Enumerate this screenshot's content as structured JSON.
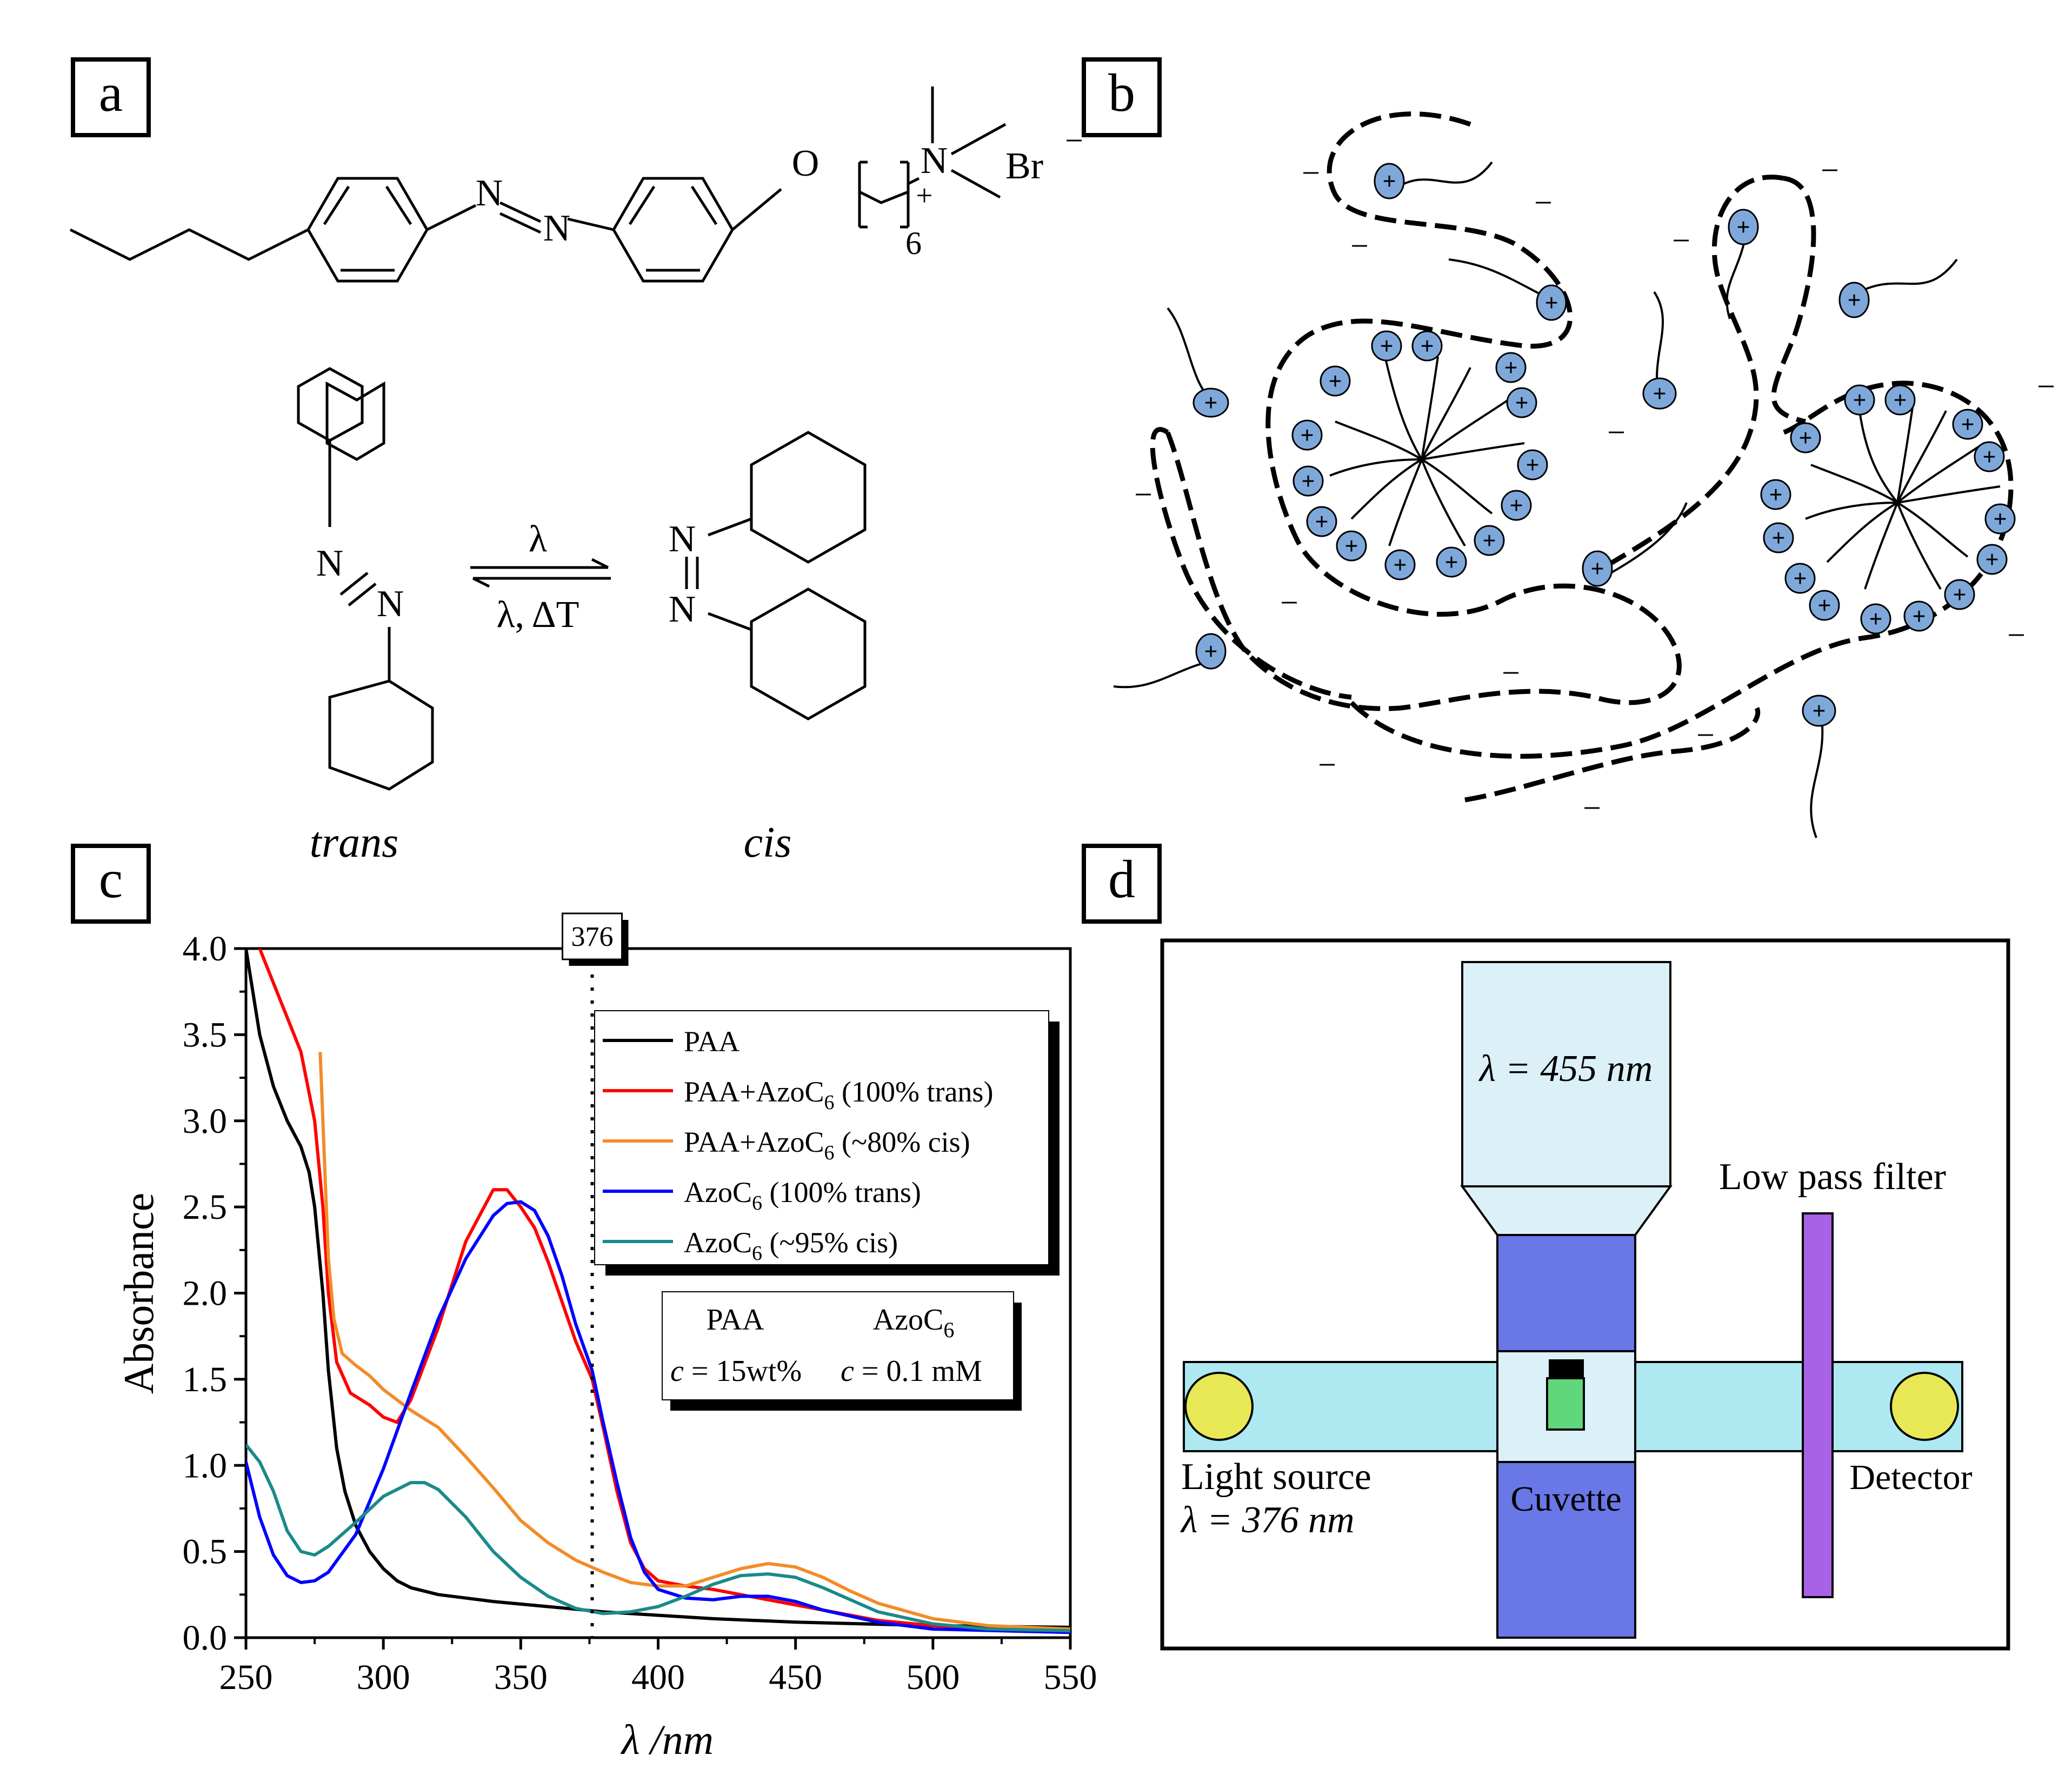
{
  "panels": {
    "a": {
      "label": "a",
      "molecule": {
        "O": "O",
        "N1": "N",
        "N2": "N",
        "N_plus": "N",
        "plus": "+",
        "subscript": "6",
        "counterion": "Br",
        "minus": "−"
      },
      "isomerization": {
        "N": "N",
        "forward": "λ",
        "backward": "λ, ΔT",
        "trans_label": "trans",
        "cis_label": "cis"
      }
    },
    "b": {
      "label": "b",
      "plus": "+",
      "minus": "−"
    },
    "c": {
      "label": "c"
    },
    "d": {
      "label": "d",
      "lamp_label": "λ = 455 nm",
      "filter_label": "Low pass filter",
      "source_label_1": "Light source",
      "source_label_2": "λ = 376 nm",
      "cuvette_label": "Cuvette",
      "detector_label": "Detector",
      "colors": {
        "beam": "#aee9f2",
        "lamp_body": "#dcf0f8",
        "lamp_column": "#6a77e6",
        "filter": "#a862e6",
        "source": "#e8e857",
        "sample": "#5fd77a"
      }
    }
  },
  "chart_data": {
    "type": "line",
    "xlabel": "λ /nm",
    "ylabel": "Absorbance",
    "xlim": [
      250,
      550
    ],
    "ylim": [
      0,
      4.0
    ],
    "xticks": [
      "250",
      "300",
      "350",
      "400",
      "450",
      "500",
      "550"
    ],
    "yticks": [
      "0.0",
      "0.5",
      "1.0",
      "1.5",
      "2.0",
      "2.5",
      "3.0",
      "3.5",
      "4.0"
    ],
    "marker": {
      "x": 376,
      "label": "376"
    },
    "legend_position": "top-right",
    "series": [
      {
        "name": "PAA",
        "color": "#000000",
        "points": [
          [
            250,
            4.0
          ],
          [
            255,
            3.5
          ],
          [
            260,
            3.2
          ],
          [
            265,
            3.0
          ],
          [
            270,
            2.85
          ],
          [
            273,
            2.7
          ],
          [
            275,
            2.5
          ],
          [
            278,
            2.0
          ],
          [
            280,
            1.55
          ],
          [
            283,
            1.1
          ],
          [
            286,
            0.85
          ],
          [
            290,
            0.65
          ],
          [
            295,
            0.5
          ],
          [
            300,
            0.4
          ],
          [
            305,
            0.33
          ],
          [
            310,
            0.29
          ],
          [
            320,
            0.25
          ],
          [
            340,
            0.21
          ],
          [
            360,
            0.18
          ],
          [
            380,
            0.15
          ],
          [
            400,
            0.13
          ],
          [
            420,
            0.11
          ],
          [
            450,
            0.09
          ],
          [
            500,
            0.07
          ],
          [
            550,
            0.06
          ]
        ]
      },
      {
        "name": "PAA+AzoC6 (100% trans)",
        "color": "#ff0000",
        "points": [
          [
            255,
            4.0
          ],
          [
            260,
            3.8
          ],
          [
            265,
            3.6
          ],
          [
            270,
            3.4
          ],
          [
            275,
            3.0
          ],
          [
            278,
            2.5
          ],
          [
            280,
            2.0
          ],
          [
            283,
            1.6
          ],
          [
            288,
            1.42
          ],
          [
            295,
            1.35
          ],
          [
            300,
            1.28
          ],
          [
            305,
            1.25
          ],
          [
            310,
            1.38
          ],
          [
            320,
            1.8
          ],
          [
            330,
            2.3
          ],
          [
            340,
            2.6
          ],
          [
            345,
            2.6
          ],
          [
            350,
            2.5
          ],
          [
            355,
            2.38
          ],
          [
            360,
            2.18
          ],
          [
            365,
            1.95
          ],
          [
            370,
            1.72
          ],
          [
            376,
            1.5
          ],
          [
            380,
            1.22
          ],
          [
            385,
            0.85
          ],
          [
            390,
            0.55
          ],
          [
            395,
            0.4
          ],
          [
            400,
            0.33
          ],
          [
            410,
            0.3
          ],
          [
            420,
            0.28
          ],
          [
            430,
            0.25
          ],
          [
            440,
            0.22
          ],
          [
            450,
            0.19
          ],
          [
            460,
            0.16
          ],
          [
            480,
            0.1
          ],
          [
            500,
            0.07
          ],
          [
            520,
            0.05
          ],
          [
            550,
            0.04
          ]
        ]
      },
      {
        "name": "PAA+AzoC6 (~80% cis)",
        "color": "#f28c28",
        "points": [
          [
            277,
            3.4
          ],
          [
            278,
            3.0
          ],
          [
            279,
            2.6
          ],
          [
            280,
            2.2
          ],
          [
            282,
            1.85
          ],
          [
            285,
            1.65
          ],
          [
            290,
            1.58
          ],
          [
            295,
            1.52
          ],
          [
            300,
            1.44
          ],
          [
            310,
            1.32
          ],
          [
            320,
            1.22
          ],
          [
            330,
            1.05
          ],
          [
            340,
            0.87
          ],
          [
            350,
            0.68
          ],
          [
            360,
            0.55
          ],
          [
            370,
            0.45
          ],
          [
            380,
            0.38
          ],
          [
            390,
            0.32
          ],
          [
            400,
            0.3
          ],
          [
            410,
            0.3
          ],
          [
            420,
            0.35
          ],
          [
            430,
            0.4
          ],
          [
            440,
            0.43
          ],
          [
            450,
            0.41
          ],
          [
            460,
            0.35
          ],
          [
            470,
            0.27
          ],
          [
            480,
            0.2
          ],
          [
            500,
            0.11
          ],
          [
            520,
            0.07
          ],
          [
            550,
            0.05
          ]
        ]
      },
      {
        "name": "AzoC6 (100% trans)",
        "color": "#0000ff",
        "points": [
          [
            250,
            1.02
          ],
          [
            255,
            0.7
          ],
          [
            260,
            0.48
          ],
          [
            265,
            0.36
          ],
          [
            270,
            0.32
          ],
          [
            275,
            0.33
          ],
          [
            280,
            0.38
          ],
          [
            290,
            0.6
          ],
          [
            300,
            0.98
          ],
          [
            310,
            1.42
          ],
          [
            320,
            1.85
          ],
          [
            330,
            2.2
          ],
          [
            340,
            2.45
          ],
          [
            345,
            2.52
          ],
          [
            350,
            2.53
          ],
          [
            355,
            2.48
          ],
          [
            360,
            2.33
          ],
          [
            365,
            2.1
          ],
          [
            370,
            1.82
          ],
          [
            376,
            1.55
          ],
          [
            380,
            1.25
          ],
          [
            385,
            0.9
          ],
          [
            390,
            0.58
          ],
          [
            395,
            0.38
          ],
          [
            400,
            0.28
          ],
          [
            410,
            0.23
          ],
          [
            420,
            0.22
          ],
          [
            430,
            0.24
          ],
          [
            440,
            0.24
          ],
          [
            450,
            0.21
          ],
          [
            460,
            0.16
          ],
          [
            480,
            0.09
          ],
          [
            500,
            0.05
          ],
          [
            550,
            0.03
          ]
        ]
      },
      {
        "name": "AzoC6 (~95% cis)",
        "color": "#1a8a8a",
        "points": [
          [
            250,
            1.12
          ],
          [
            255,
            1.02
          ],
          [
            260,
            0.85
          ],
          [
            265,
            0.62
          ],
          [
            270,
            0.5
          ],
          [
            275,
            0.48
          ],
          [
            280,
            0.53
          ],
          [
            290,
            0.67
          ],
          [
            300,
            0.82
          ],
          [
            310,
            0.9
          ],
          [
            315,
            0.9
          ],
          [
            320,
            0.86
          ],
          [
            330,
            0.7
          ],
          [
            340,
            0.5
          ],
          [
            350,
            0.35
          ],
          [
            360,
            0.24
          ],
          [
            370,
            0.17
          ],
          [
            380,
            0.14
          ],
          [
            390,
            0.15
          ],
          [
            400,
            0.18
          ],
          [
            410,
            0.24
          ],
          [
            420,
            0.31
          ],
          [
            430,
            0.36
          ],
          [
            440,
            0.37
          ],
          [
            450,
            0.35
          ],
          [
            460,
            0.29
          ],
          [
            470,
            0.22
          ],
          [
            480,
            0.15
          ],
          [
            500,
            0.08
          ],
          [
            520,
            0.05
          ],
          [
            550,
            0.04
          ]
        ]
      }
    ],
    "legend_labels": [
      {
        "pre": "PAA",
        "sub": "",
        "post": ""
      },
      {
        "pre": "PAA+AzoC",
        "sub": "6",
        "post": " (100% trans)"
      },
      {
        "pre": "PAA+AzoC",
        "sub": "6",
        "post": " (~80% cis)"
      },
      {
        "pre": "AzoC",
        "sub": "6",
        "post": " (100% trans)"
      },
      {
        "pre": "AzoC",
        "sub": "6",
        "post": " (~95% cis)"
      }
    ],
    "conc_box": {
      "col1_head": "PAA",
      "col2_head_pre": "AzoC",
      "col2_head_sub": "6",
      "col1_var": "c",
      "col1_val": " = 15wt%",
      "col2_var": "c",
      "col2_val": " = 0.1 mM"
    }
  }
}
